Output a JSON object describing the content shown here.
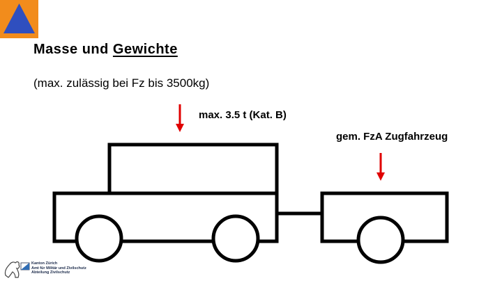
{
  "slide": {
    "title_part1": "Masse und ",
    "title_part2": "Gewichte",
    "subtitle": "(max. zulässig bei Fz bis 3500kg)",
    "car_label": "max. 3.5 t (Kat. B)",
    "trailer_label": "gem. FzA Zugfahrzeug"
  },
  "footer": {
    "line1": "Kanton Zürich",
    "line2": "Amt für Militär und Zivilschutz",
    "line3": "Abteilung Zivilschutz"
  },
  "colors": {
    "logo_orange": "#f28c1c",
    "logo_blue": "#2f4fbf",
    "arrow_red": "#e00000"
  }
}
